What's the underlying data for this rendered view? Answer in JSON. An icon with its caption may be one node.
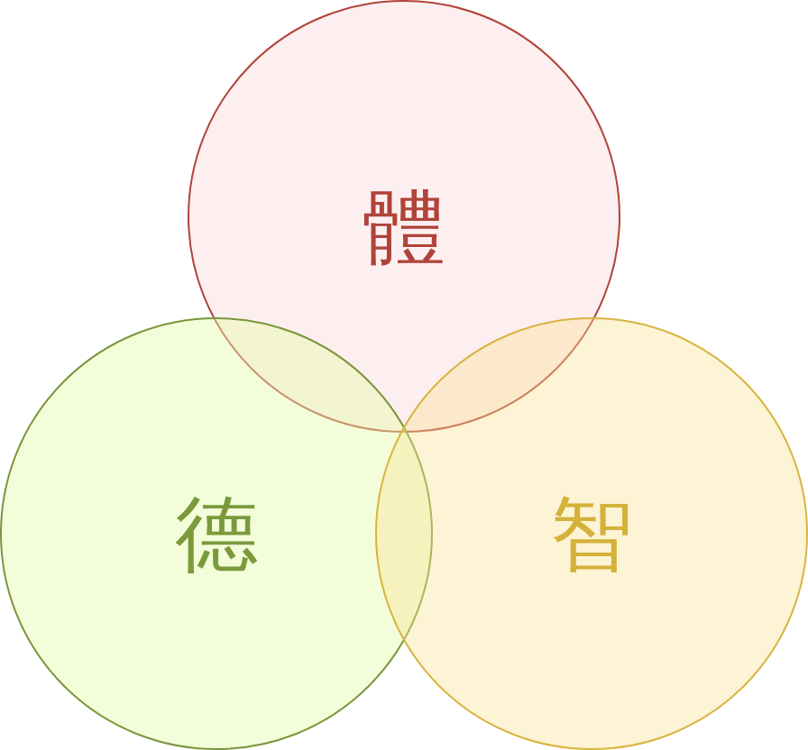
{
  "diagram": {
    "nodes": [
      {
        "text": [
          "體"
        ]
      },
      {
        "text": [
          "德"
        ]
      },
      {
        "text": [
          "智"
        ]
      }
    ]
  }
}
